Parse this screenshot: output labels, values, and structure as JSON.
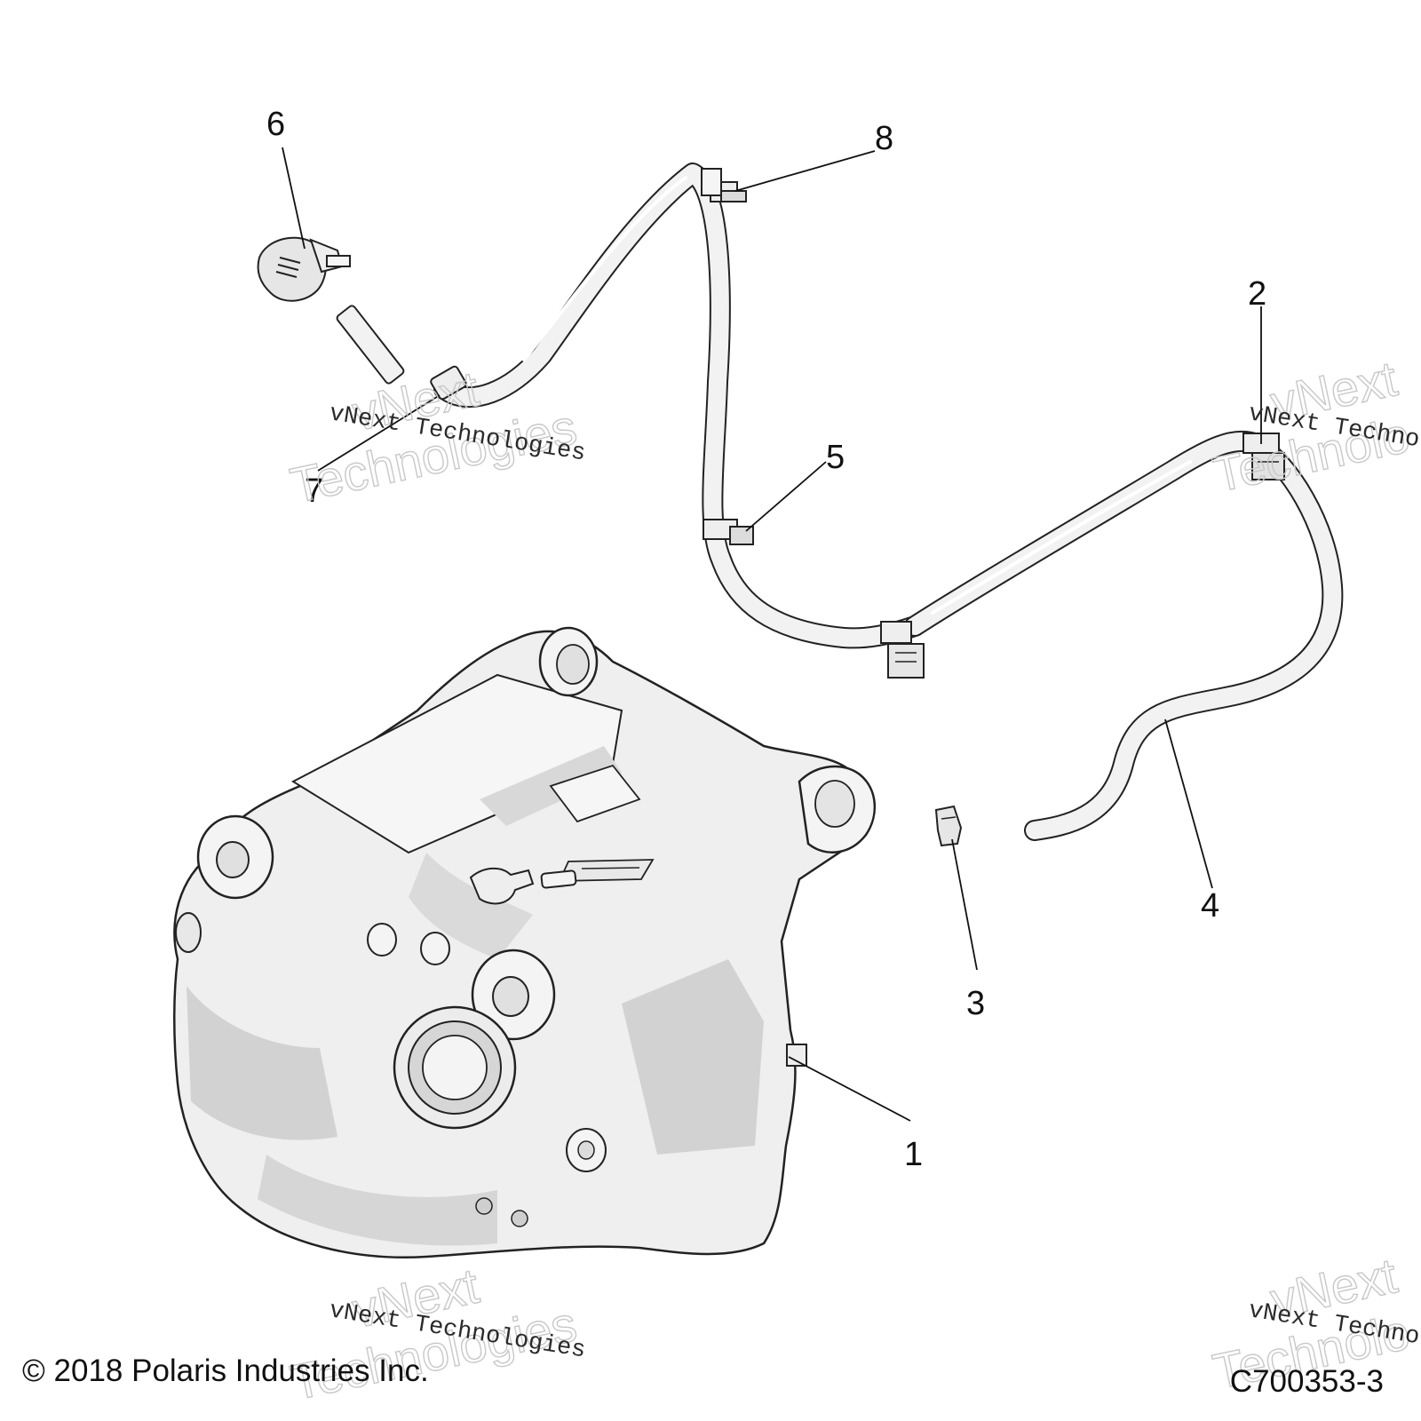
{
  "diagram": {
    "callouts": [
      {
        "id": "1",
        "label": "1"
      },
      {
        "id": "2",
        "label": "2"
      },
      {
        "id": "3",
        "label": "3"
      },
      {
        "id": "4",
        "label": "4"
      },
      {
        "id": "5",
        "label": "5"
      },
      {
        "id": "6",
        "label": "6"
      },
      {
        "id": "7",
        "label": "7"
      },
      {
        "id": "8",
        "label": "8"
      }
    ],
    "watermark": {
      "outline_line1": "vNext",
      "outline_line2": "Technologies",
      "serif_text": "vNext Technologies",
      "right_outline_line1": "vNext",
      "right_outline_line2": "Technolo",
      "right_serif_text": "vNext Techno"
    }
  },
  "footer": {
    "copyright": "© 2018 Polaris Industries Inc.",
    "drawing_number": "C700353-3"
  },
  "colors": {
    "line": "#222222",
    "part_fill": "#efefef",
    "shade": "#d2d2d2",
    "background": "#ffffff"
  }
}
